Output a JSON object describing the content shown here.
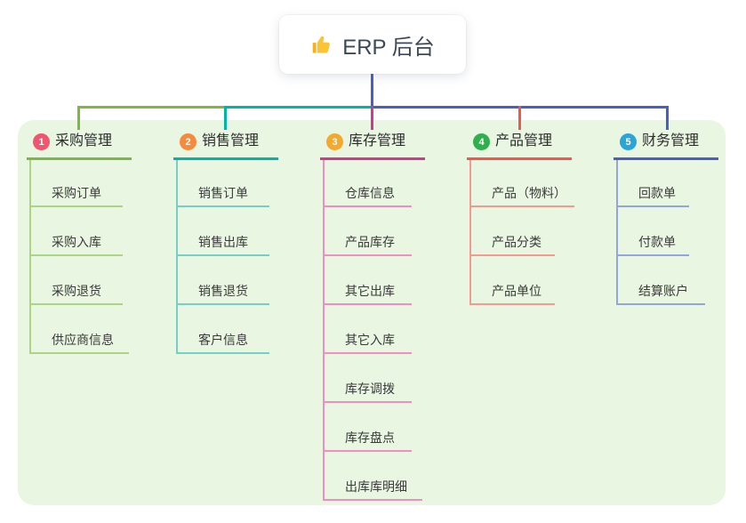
{
  "root": {
    "label": "ERP 后台",
    "icon": "thumbs-up-icon"
  },
  "colors": {
    "panel_bg": "#e9f6e2",
    "root_connector": "#4a5cc5",
    "root_text": "#3c4858",
    "text": "#3a3a3a"
  },
  "branches": [
    {
      "badge": "1",
      "label": "采购管理",
      "colors": {
        "badge": "#f0566e",
        "line": "#7cb93e",
        "light": "#a9d584"
      },
      "children": [
        "采购订单",
        "采购入库",
        "采购退货",
        "供应商信息"
      ]
    },
    {
      "badge": "2",
      "label": "销售管理",
      "colors": {
        "badge": "#f68b3d",
        "line": "#00b5a5",
        "light": "#76cfc4"
      },
      "children": [
        "销售订单",
        "销售出库",
        "销售退货",
        "客户信息"
      ]
    },
    {
      "badge": "3",
      "label": "库存管理",
      "colors": {
        "badge": "#f5a82c",
        "line": "#d6368f",
        "light": "#ef8fc0"
      },
      "children": [
        "仓库信息",
        "产品库存",
        "其它出库",
        "其它入库",
        "库存调拨",
        "库存盘点",
        "出库库明细"
      ]
    },
    {
      "badge": "4",
      "label": "产品管理",
      "colors": {
        "badge": "#2eb14c",
        "line": "#f2564d",
        "light": "#f49a93"
      },
      "children": [
        "产品（物料）",
        "产品分类",
        "产品单位"
      ]
    },
    {
      "badge": "5",
      "label": "财务管理",
      "colors": {
        "badge": "#2ba4d8",
        "line": "#4a5cc5",
        "light": "#94a4de"
      },
      "children": [
        "回款单",
        "付款单",
        "结算账户"
      ]
    }
  ]
}
